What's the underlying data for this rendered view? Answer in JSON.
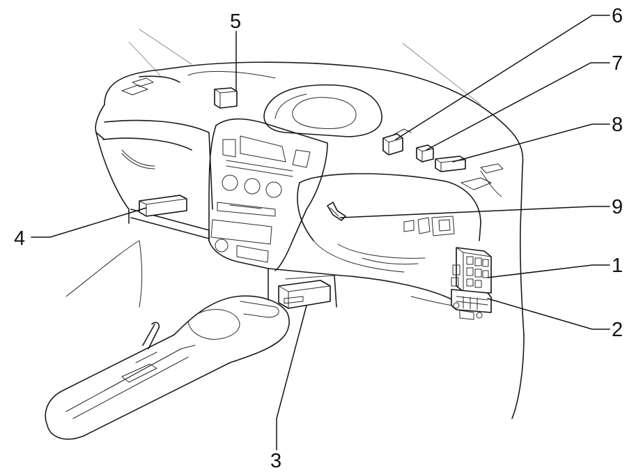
{
  "callouts": [
    {
      "id": "5",
      "label": "5"
    },
    {
      "id": "6",
      "label": "6"
    },
    {
      "id": "7",
      "label": "7"
    },
    {
      "id": "8",
      "label": "8"
    },
    {
      "id": "9",
      "label": "9"
    },
    {
      "id": "1",
      "label": "1"
    },
    {
      "id": "2",
      "label": "2"
    },
    {
      "id": "4",
      "label": "4"
    },
    {
      "id": "3",
      "label": "3"
    }
  ]
}
